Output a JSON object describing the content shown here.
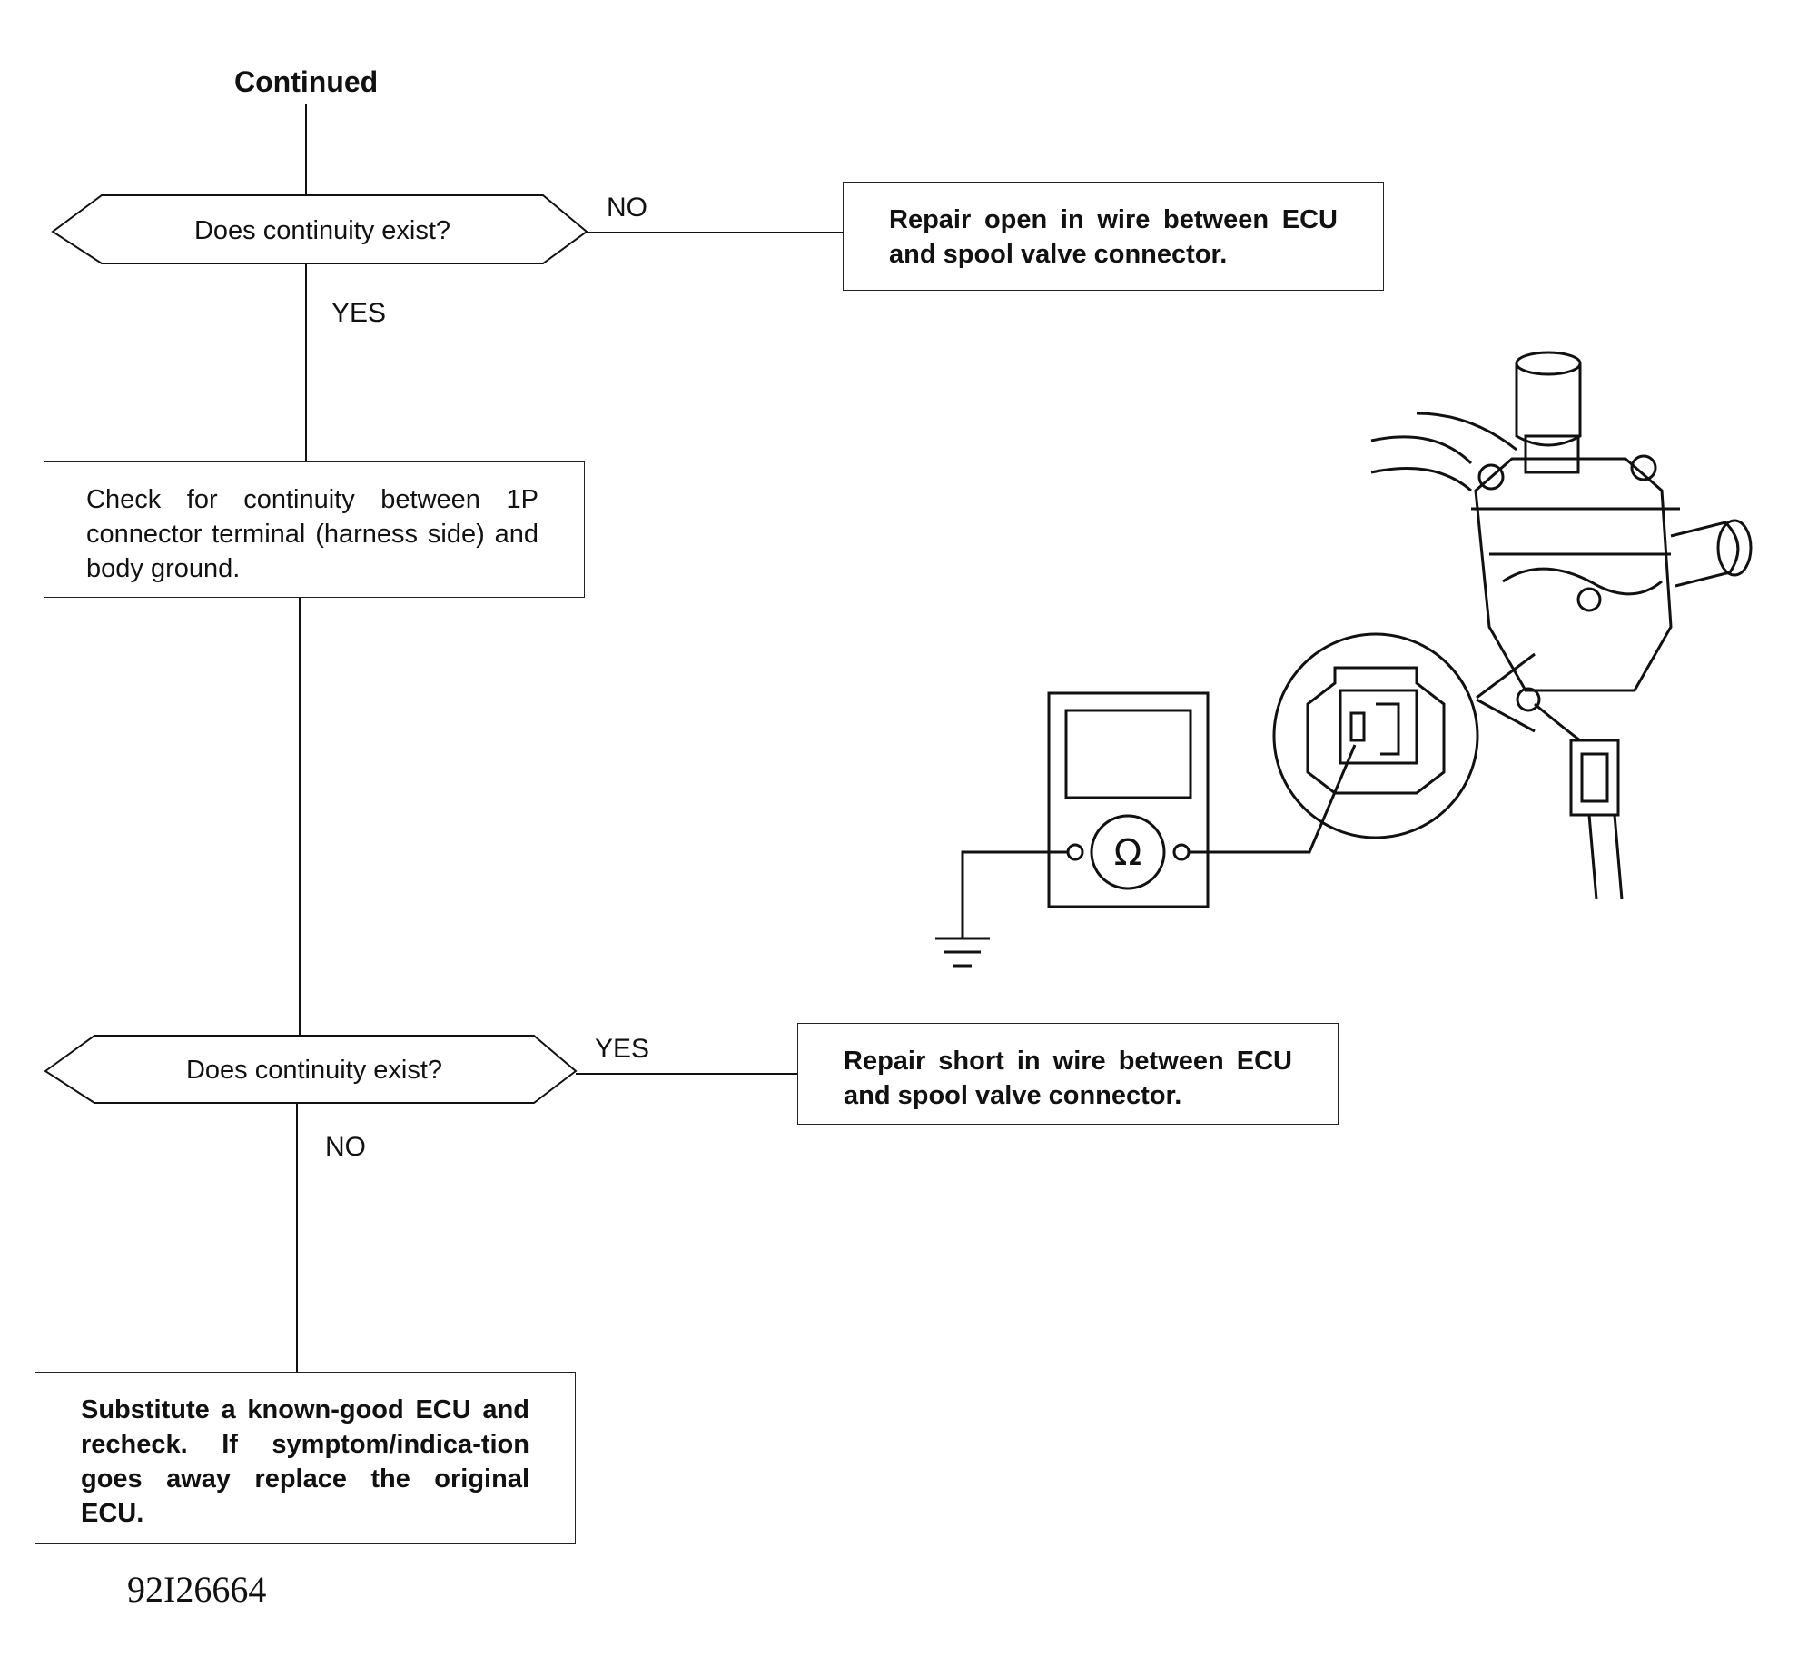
{
  "flowchart": {
    "continued_label": "Continued",
    "decision_1": {
      "question": "Does continuity exist?",
      "no_label": "NO",
      "yes_label": "YES",
      "no_action": "Repair open in wire between ECU and spool valve connector."
    },
    "step_check": "Check for continuity between 1P connector terminal (harness side) and body ground.",
    "decision_2": {
      "question": "Does continuity exist?",
      "yes_label": "YES",
      "no_label": "NO",
      "yes_action": "Repair short in wire between ECU and spool valve connector."
    },
    "final_action": "Substitute a known-good ECU and recheck. If symptom/indica-tion goes away replace the original ECU."
  },
  "illustration": {
    "meter_symbol": "Ω",
    "icons": [
      "ohmmeter-icon",
      "ground-symbol-icon",
      "connector-closeup-icon",
      "spool-valve-illustration"
    ]
  },
  "figure_code": "92I26664"
}
